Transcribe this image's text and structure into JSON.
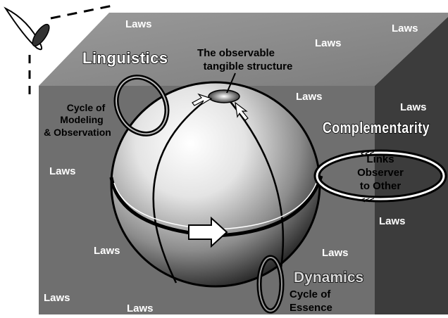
{
  "diagram": {
    "laws_label": "Laws",
    "observable_line1": "The observable",
    "observable_line2": "tangible structure",
    "linguistics": "Linguistics",
    "cycle_modeling_line1": "Cycle of",
    "cycle_modeling_line2": "Modeling",
    "cycle_modeling_line3": "& Observation",
    "complementarity": "Complementarity",
    "links_line1": "Links",
    "links_line2": "Observer",
    "links_line3": "to Other",
    "dynamics": "Dynamics",
    "cycle_essence_line1": "Cycle of",
    "cycle_essence_line2": "Essence"
  },
  "colors": {
    "cube_top": "#8a8a8a",
    "cube_front": "#6e6e6e",
    "cube_side": "#3d3d3d",
    "sphere_light": "#ffffff",
    "sphere_dark": "#1a1a1a",
    "ring_dark": "#2a2a2a"
  }
}
